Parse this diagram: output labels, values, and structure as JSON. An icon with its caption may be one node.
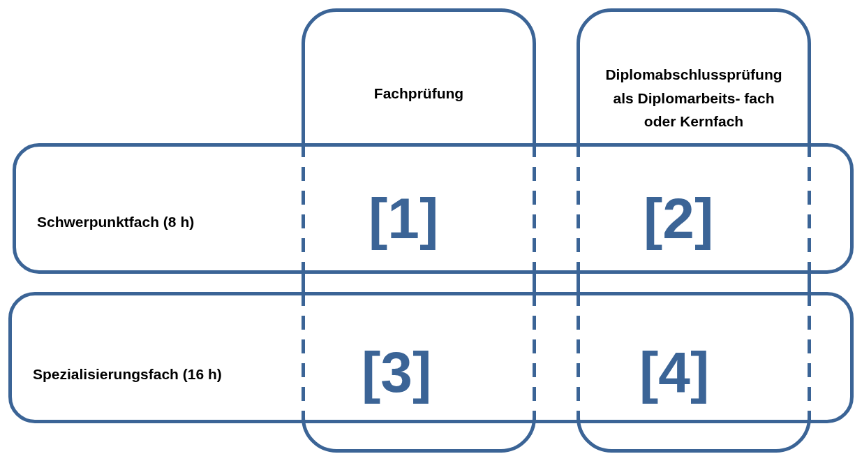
{
  "diagram": {
    "nodes": [
      {
        "text": [
          "Fachprüfung"
        ]
      },
      {
        "text": [
          "Diplomabschlussprüfung als Diplomarbeits- fach oder Kernfach"
        ]
      },
      {
        "text": [
          "Schwerpunktfach (8 h)"
        ]
      },
      {
        "text": [
          "Spezialisierungsfach (16 h)"
        ]
      }
    ],
    "edges": [],
    "labels": [
      "[1]",
      "[2]",
      "[3]",
      "[4]"
    ]
  }
}
